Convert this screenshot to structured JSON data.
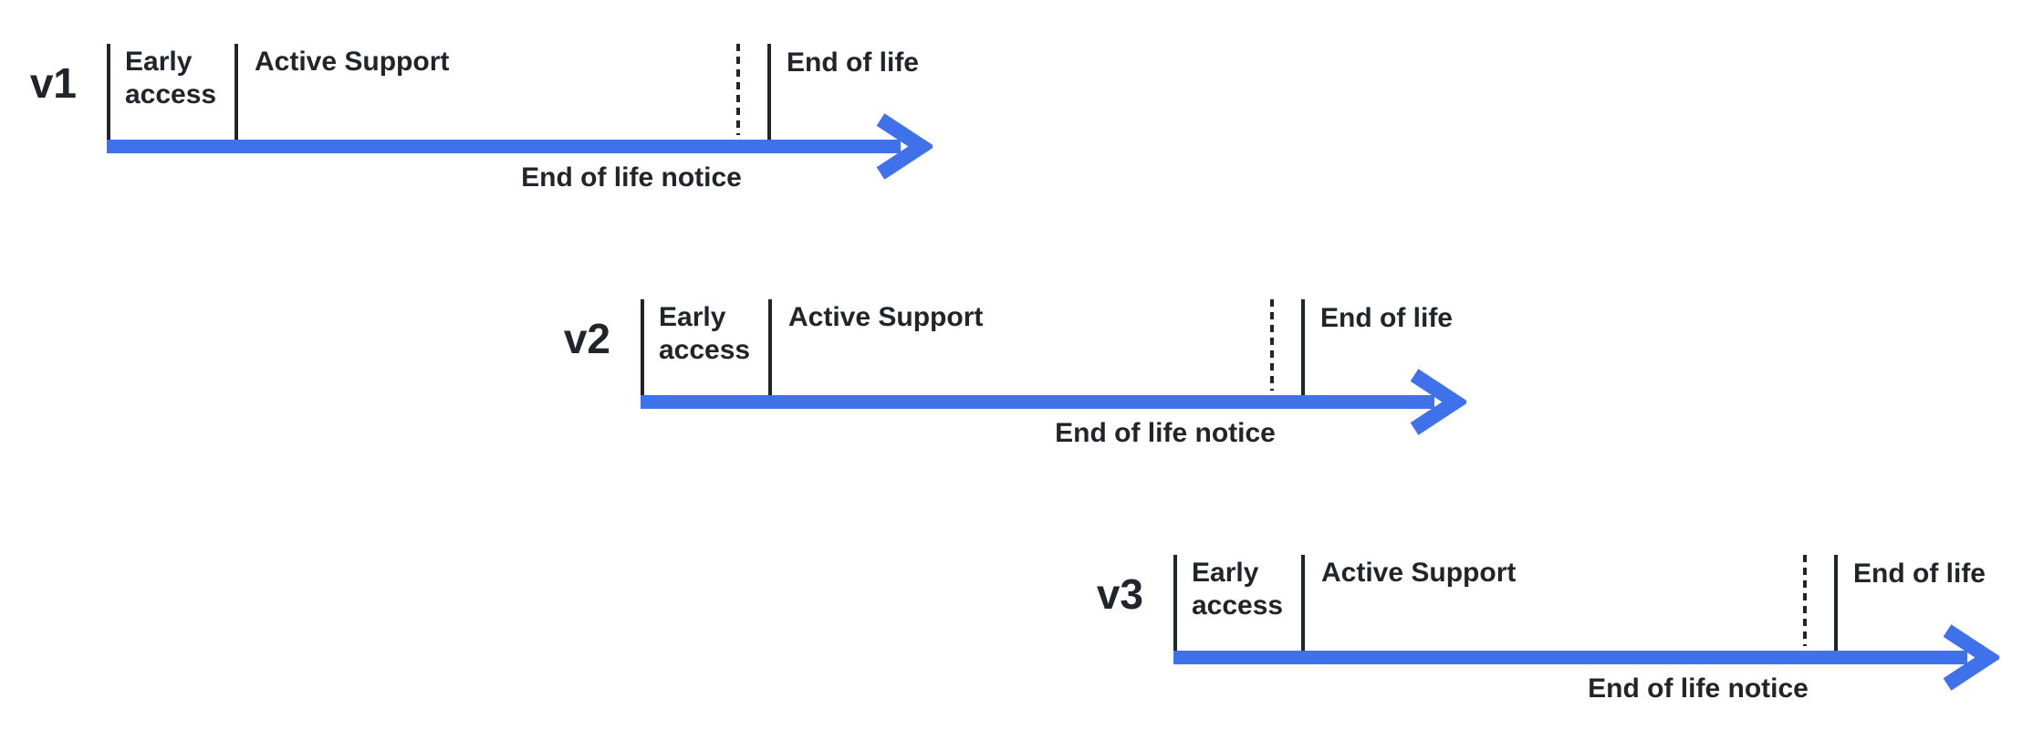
{
  "diagram": {
    "rows": [
      {
        "version": "v1",
        "early_access": "Early access",
        "active_support": "Active Support",
        "end_of_life": "End of life",
        "end_of_life_notice": "End of life notice"
      },
      {
        "version": "v2",
        "early_access": "Early access",
        "active_support": "Active Support",
        "end_of_life": "End of life",
        "end_of_life_notice": "End of life notice"
      },
      {
        "version": "v3",
        "early_access": "Early access",
        "active_support": "Active Support",
        "end_of_life": "End of life",
        "end_of_life_notice": "End of life notice"
      }
    ]
  },
  "colors": {
    "arrow_blue": "#3f72ea",
    "ink": "#21242a"
  }
}
